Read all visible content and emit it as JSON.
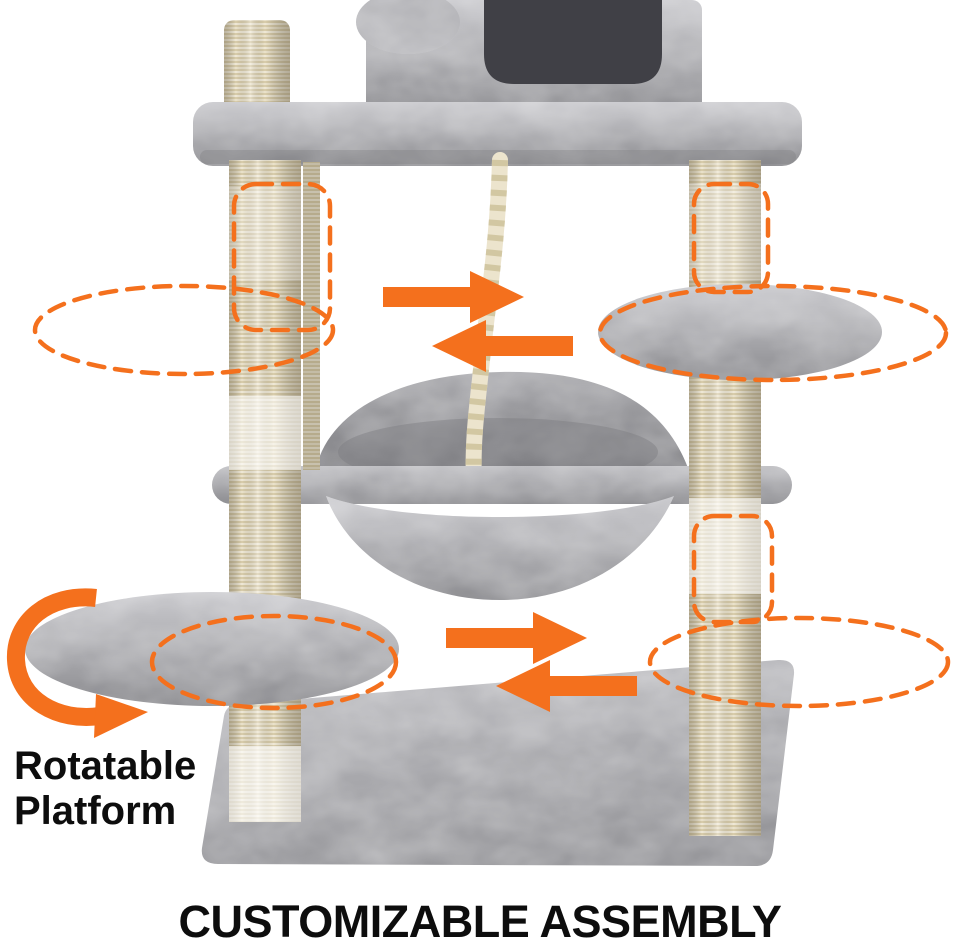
{
  "scene": {
    "description": "Grey plush cat tree with sisal scratching posts, condo house, hammock and movable platforms; orange dashed outlines and arrows mark repositionable parts",
    "background": "#ffffff"
  },
  "labels": {
    "annotation_line1": "Rotatable",
    "annotation_line2": "Platform",
    "title": "CUSTOMIZABLE ASSEMBLY"
  },
  "colors": {
    "accent_orange": "#F4701D",
    "plush_grey": "#ACACB0",
    "plush_grey_light": "#C9C9CD",
    "plush_grey_dark": "#8F8F93",
    "sisal": "#F0E9D6",
    "sisal_line": "#D9CDAB",
    "house_opening": "#404046",
    "text_black": "#0D0D0D"
  },
  "annotations": {
    "arrows": [
      {
        "name": "swap-arrow-right-upper",
        "direction": "right"
      },
      {
        "name": "swap-arrow-left-upper",
        "direction": "left"
      },
      {
        "name": "swap-arrow-right-lower",
        "direction": "right"
      },
      {
        "name": "swap-arrow-left-lower",
        "direction": "left"
      },
      {
        "name": "rotate-arrow",
        "direction": "counterclockwise"
      }
    ],
    "ghost_outlines_meaning": "dashed orange outlines indicating alternate platform and post positions"
  }
}
